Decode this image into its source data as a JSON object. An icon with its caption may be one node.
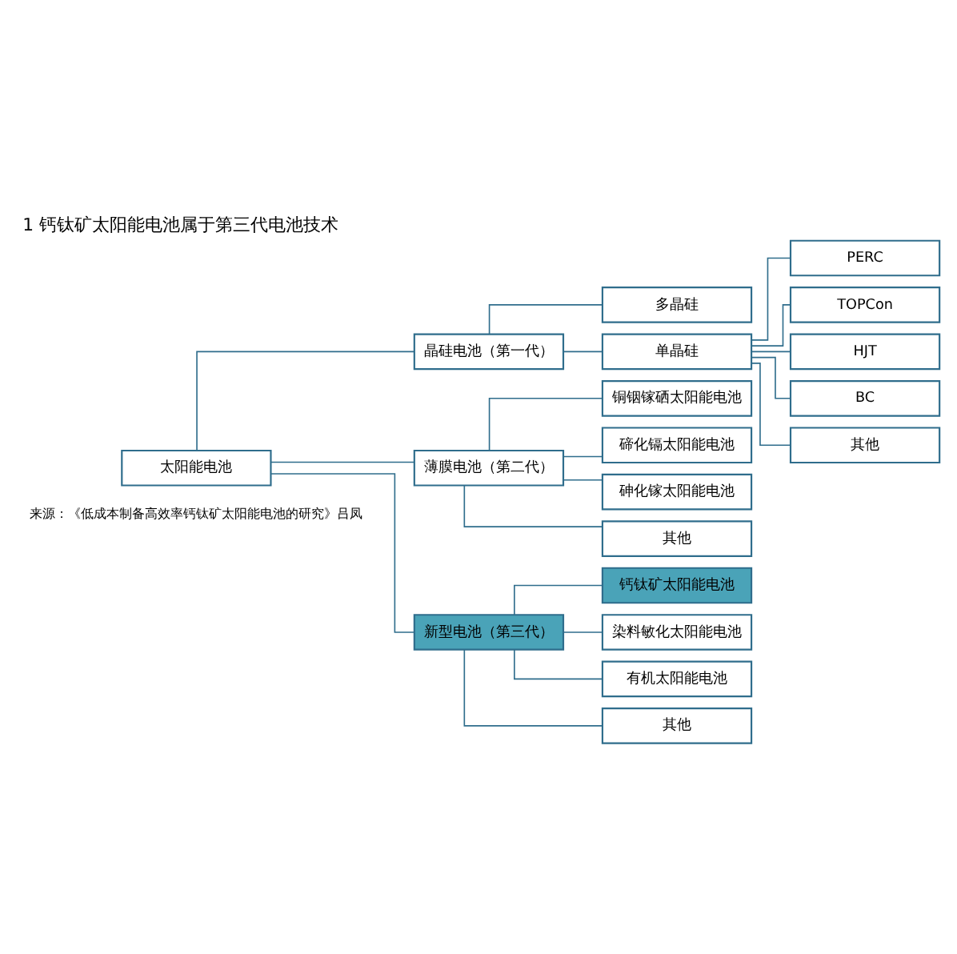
{
  "diagram": {
    "title": "1 钙钛矿太阳能电池属于第三代电池技术",
    "caption": "来源：《低成本制备高效率钙钛矿太阳能电池的研究》吕凤",
    "nodes": [
      {
        "text": [
          "太阳能电池"
        ]
      },
      {
        "text": [
          "晶硅电池（第一代）"
        ]
      },
      {
        "text": [
          "薄膜电池（第二代）"
        ]
      },
      {
        "text": [
          "新型电池（第三代）"
        ]
      },
      {
        "text": [
          "多晶硅"
        ]
      },
      {
        "text": [
          "单晶硅"
        ]
      },
      {
        "text": [
          "铜铟镓硒太阳能电池"
        ]
      },
      {
        "text": [
          "碲化镉太阳能电池"
        ]
      },
      {
        "text": [
          "砷化镓太阳能电池"
        ]
      },
      {
        "text": [
          "其他"
        ]
      },
      {
        "text": [
          "钙钛矿太阳能电池"
        ]
      },
      {
        "text": [
          "染料敏化太阳能电池"
        ]
      },
      {
        "text": [
          "有机太阳能电池"
        ]
      },
      {
        "text": [
          "其他"
        ]
      },
      {
        "text": [
          "PERC"
        ]
      },
      {
        "text": [
          "TOPCon"
        ]
      },
      {
        "text": [
          "HJT"
        ]
      },
      {
        "text": [
          "BC"
        ]
      },
      {
        "text": [
          "其他"
        ]
      }
    ],
    "edges": [
      {
        "from": 0,
        "to": 1,
        "arrow": "none"
      },
      {
        "from": 0,
        "to": 2,
        "arrow": "none"
      },
      {
        "from": 0,
        "to": 3,
        "arrow": "none"
      },
      {
        "from": 1,
        "to": 4,
        "arrow": "none"
      },
      {
        "from": 1,
        "to": 5,
        "arrow": "none"
      },
      {
        "from": 2,
        "to": 6,
        "arrow": "none"
      },
      {
        "from": 2,
        "to": 7,
        "arrow": "none"
      },
      {
        "from": 2,
        "to": 8,
        "arrow": "none"
      },
      {
        "from": 2,
        "to": 9,
        "arrow": "none"
      },
      {
        "from": 3,
        "to": 10,
        "arrow": "none"
      },
      {
        "from": 3,
        "to": 11,
        "arrow": "none"
      },
      {
        "from": 3,
        "to": 12,
        "arrow": "none"
      },
      {
        "from": 3,
        "to": 13,
        "arrow": "none"
      },
      {
        "from": 5,
        "to": 14,
        "arrow": "none"
      },
      {
        "from": 5,
        "to": 15,
        "arrow": "none"
      },
      {
        "from": 5,
        "to": 16,
        "arrow": "none"
      },
      {
        "from": 5,
        "to": 17,
        "arrow": "none"
      },
      {
        "from": 5,
        "to": 18,
        "arrow": "none"
      }
    ]
  }
}
